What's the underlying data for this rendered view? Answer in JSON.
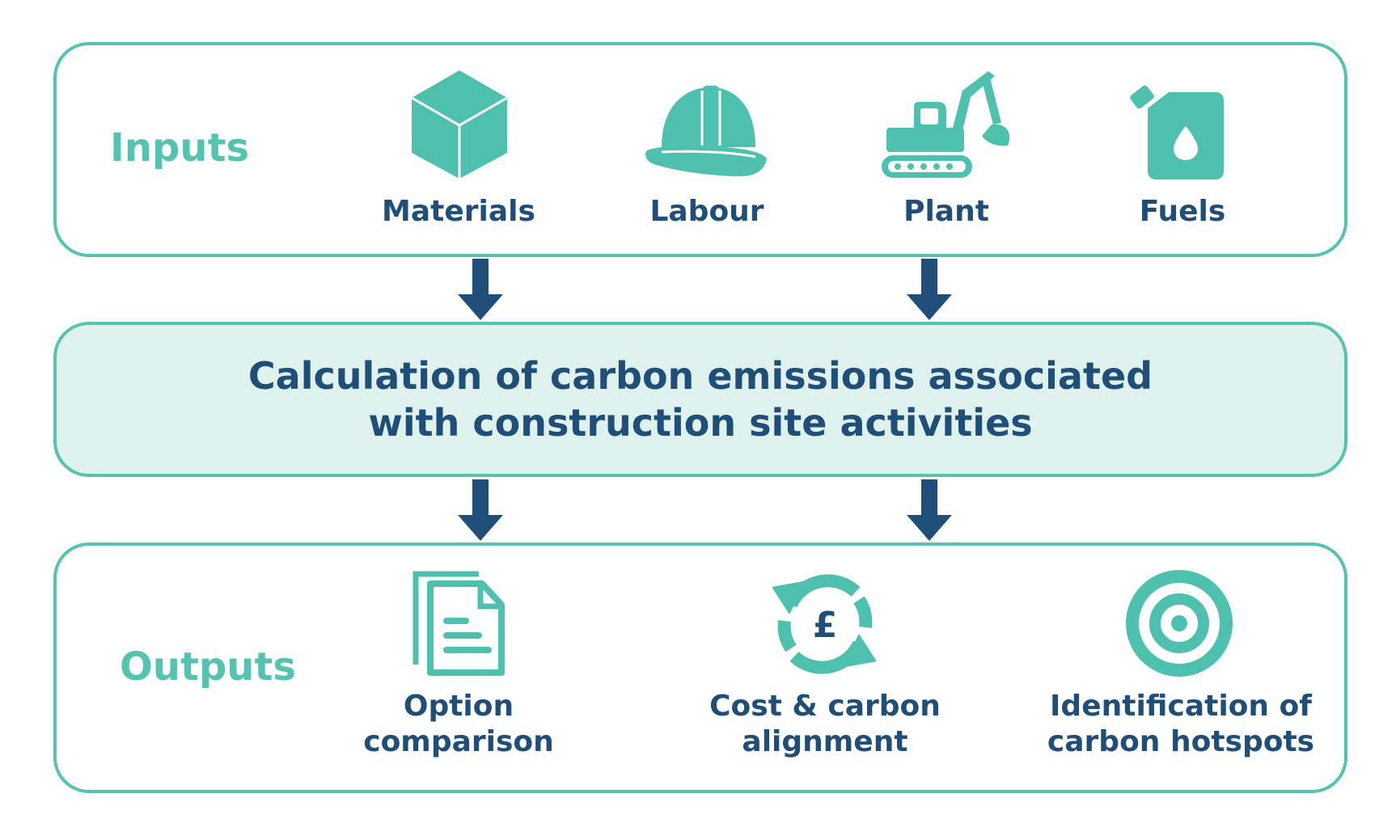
{
  "colors": {
    "accent": "#54c3af",
    "icon": "#4dc1ad",
    "text": "#1f4e79",
    "arrow": "#1f4e79",
    "calc_fill": "#dff2ee"
  },
  "inputs": {
    "title": "Inputs",
    "items": [
      {
        "label": "Materials",
        "icon": "cube-icon"
      },
      {
        "label": "Labour",
        "icon": "hard-hat-icon"
      },
      {
        "label": "Plant",
        "icon": "excavator-icon"
      },
      {
        "label": "Fuels",
        "icon": "fuel-can-icon"
      }
    ]
  },
  "calculation": {
    "text": "Calculation of carbon emissions associated with construction site activities"
  },
  "outputs": {
    "title": "Outputs",
    "items": [
      {
        "label": "Option comparison",
        "icon": "documents-icon"
      },
      {
        "label": "Cost & carbon alignment",
        "icon": "pound-cycle-icon"
      },
      {
        "label": "Identification of carbon hotspots",
        "icon": "target-icon"
      }
    ]
  }
}
